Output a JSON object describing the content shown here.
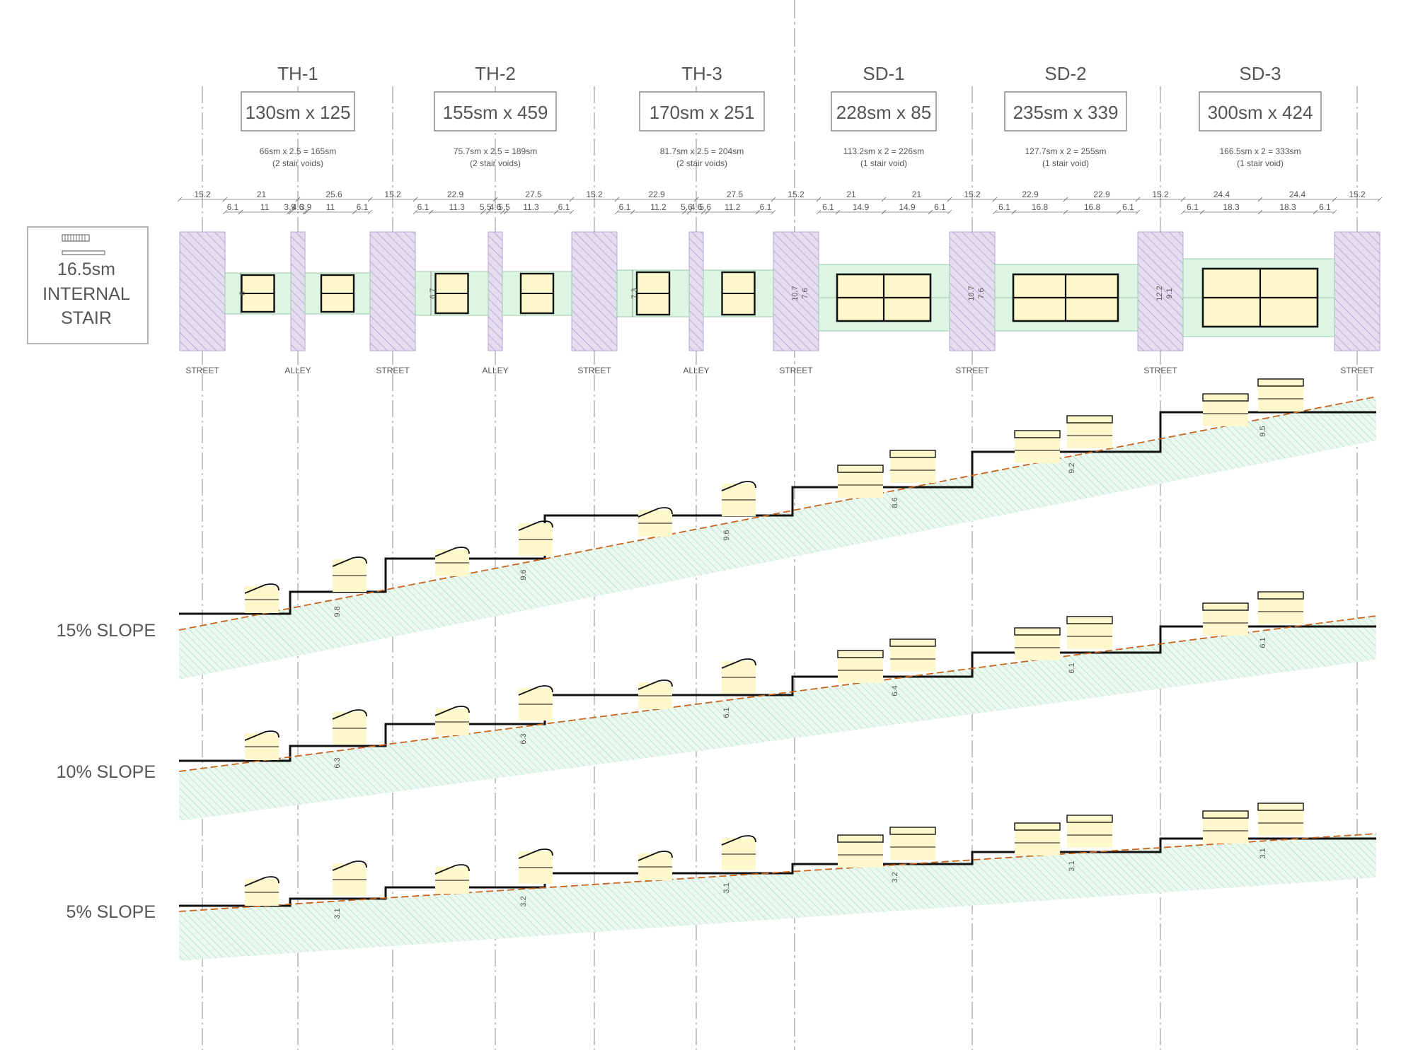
{
  "legend": {
    "area": "16.5sm",
    "line1": "INTERNAL",
    "line2": "STAIR"
  },
  "types": [
    {
      "id": "TH-1",
      "spec": "130sm x 125",
      "calc": "66sm x 2.5 = 165sm",
      "note": "(2 stair voids)"
    },
    {
      "id": "TH-2",
      "spec": "155sm x 459",
      "calc": "75.7sm x 2.5 = 189sm",
      "note": "(2 stair voids)"
    },
    {
      "id": "TH-3",
      "spec": "170sm x 251",
      "calc": "81.7sm x 2.5 = 204sm",
      "note": "(2 stair voids)"
    },
    {
      "id": "SD-1",
      "spec": "228sm x 85",
      "calc": "113.2sm x 2 = 226sm",
      "note": "(1 stair void)"
    },
    {
      "id": "SD-2",
      "spec": "235sm x 339",
      "calc": "127.7sm x 2 = 255sm",
      "note": "(1 stair void)"
    },
    {
      "id": "SD-3",
      "spec": "300sm x 424",
      "calc": "166.5sm x 2 = 333sm",
      "note": "(1 stair void)"
    }
  ],
  "street_widths": [
    "15.2",
    "15.2",
    "15.2",
    "15.2",
    "15.2",
    "15.2",
    "15.2"
  ],
  "blocks": [
    {
      "halves": [
        "21",
        "25.6"
      ],
      "subs": [
        "6.1",
        "11",
        "3.9",
        "4.6",
        "3.9",
        "11",
        "6.1"
      ],
      "depth": "6"
    },
    {
      "halves": [
        "22.9",
        "27.5"
      ],
      "subs": [
        "6.1",
        "11.3",
        "5.5",
        "4.6",
        "5.5",
        "11.3",
        "6.1"
      ],
      "depth": "6.7"
    },
    {
      "halves": [
        "22.9",
        "27.5"
      ],
      "subs": [
        "6.1",
        "11.2",
        "5.6",
        "4.6",
        "5.6",
        "11.2",
        "6.1"
      ],
      "depth": "7.3"
    },
    {
      "halves": [
        "21",
        "21"
      ],
      "subs": [
        "6.1",
        "14.9",
        "14.9",
        "6.1"
      ],
      "depth": "10.7",
      "depth2": "7.6"
    },
    {
      "halves": [
        "22.9",
        "22.9"
      ],
      "subs": [
        "6.1",
        "16.8",
        "16.8",
        "6.1"
      ],
      "depth": "10.7",
      "depth2": "7.6"
    },
    {
      "halves": [
        "24.4",
        "24.4"
      ],
      "subs": [
        "6.1",
        "18.3",
        "18.3",
        "6.1"
      ],
      "depth": "12.2",
      "depth2": "9.1"
    }
  ],
  "road_labels": [
    "STREET",
    "ALLEY",
    "STREET",
    "ALLEY",
    "STREET",
    "ALLEY",
    "STREET",
    "STREET",
    "STREET",
    "STREET"
  ],
  "slopes": [
    {
      "label": "15% SLOPE",
      "percent": 15,
      "steps": [
        "9.8",
        "9.6",
        "9.6",
        "8.6",
        "9.2",
        "9.5"
      ]
    },
    {
      "label": "10% SLOPE",
      "percent": 10,
      "steps": [
        "6.3",
        "6.3",
        "6.1",
        "6.4",
        "6.1",
        "6.1"
      ]
    },
    {
      "label": "5% SLOPE",
      "percent": 5,
      "steps": [
        "3.1",
        "3.2",
        "3.1",
        "3.2",
        "3.1",
        "3.1"
      ]
    }
  ],
  "colors": {
    "street_fill": "#e4ddef",
    "street_hatch": "#9b8fc4",
    "lot_fill": "#dcf6e3",
    "unit_fill": "#fff8cc",
    "ground_hatch": "#9ed8b3",
    "ground_fill": "#eaf8ef",
    "slope_line": "#c8641e",
    "text": "#555555"
  }
}
